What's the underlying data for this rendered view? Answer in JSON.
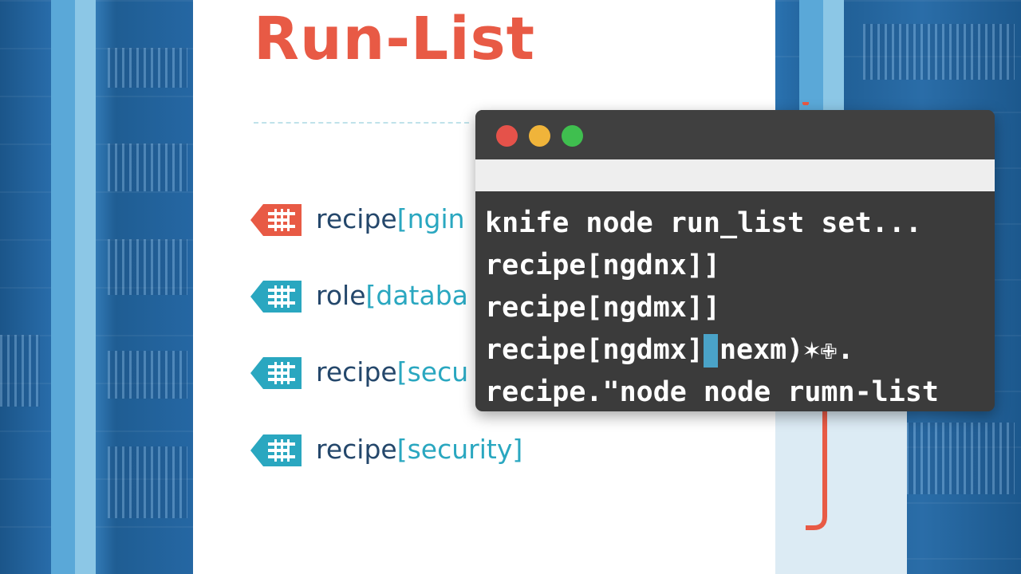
{
  "page": {
    "title": "Run-List"
  },
  "run_list": {
    "items": [
      {
        "prefix": "recipe",
        "open": "[",
        "value": "ngin",
        "tag_color": "#e85a45"
      },
      {
        "prefix": "role",
        "open": "[",
        "value": "databa",
        "tag_color": "#2aa7c0"
      },
      {
        "prefix": "recipe",
        "open": "[",
        "value": "secu",
        "tag_color": "#2aa7c0"
      },
      {
        "prefix": "recipe",
        "open": "[",
        "value": "security]",
        "tag_color": "#2aa7c0"
      }
    ]
  },
  "terminal": {
    "lines": [
      "knife node run_list set...",
      "recipe[ngdnx]]",
      "recipe[ngdmx]]",
      "recipe[ngdmx]",
      "recipe.\"node node rumn-list"
    ],
    "line4_after_cursor": "nexm)✶✙.",
    "controls": {
      "close": "close-icon",
      "minimize": "minimize-icon",
      "maximize": "maximize-icon"
    }
  },
  "colors": {
    "accent_red": "#e85a45",
    "accent_teal": "#2aa7c0",
    "label_navy": "#24476b",
    "terminal_bg": "#3b3b3b"
  }
}
